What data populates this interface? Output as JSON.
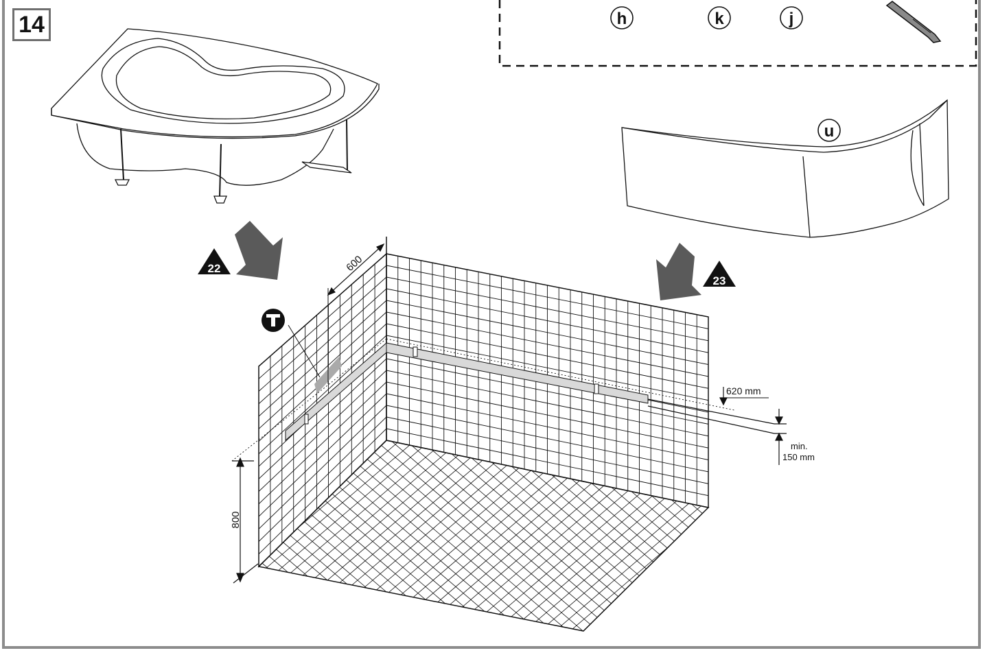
{
  "step_number": "14",
  "parts": {
    "h": "h",
    "k": "k",
    "j": "j",
    "u": "u"
  },
  "step_refs": {
    "left": "22",
    "right": "23"
  },
  "dimensions": {
    "width_600": "600",
    "height_800": "800",
    "height_620": "620 mm",
    "min_label": "min.",
    "min_value": "150 mm"
  },
  "colors": {
    "frame": "#8c8c8c",
    "arrow": "#5a5a5a",
    "line": "#111111",
    "rail": "#d9d9d9",
    "icon": "#111111"
  },
  "icons": {
    "plumbing": "water-outlet-icon",
    "tool": "screwdriver-icon"
  }
}
